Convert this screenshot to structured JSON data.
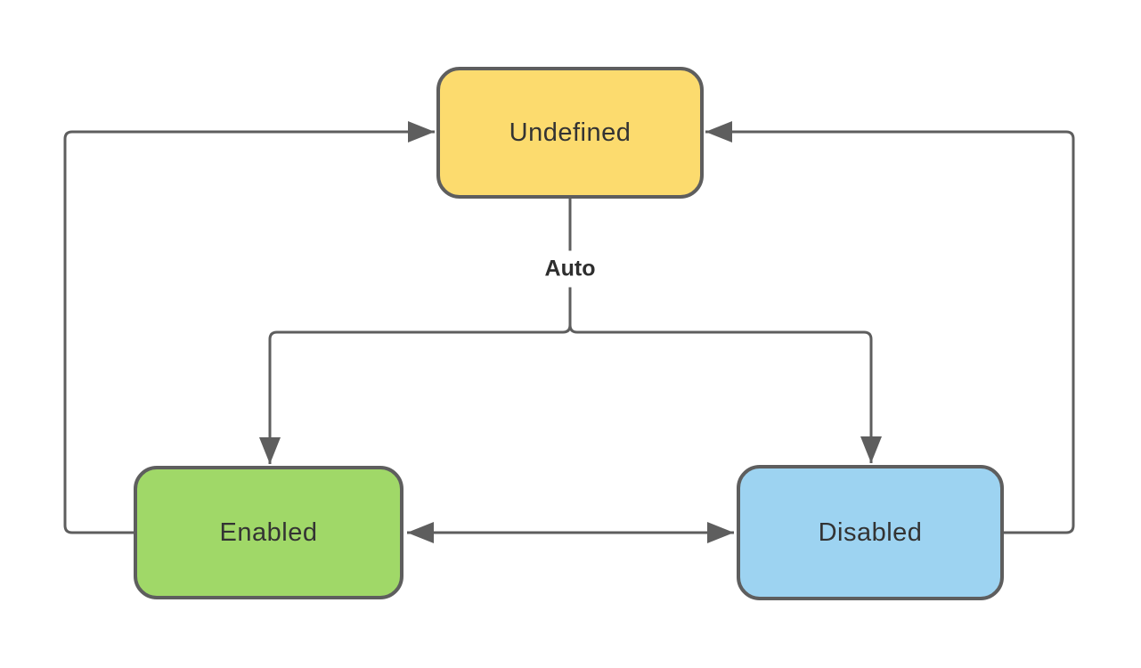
{
  "diagram": {
    "type": "state-diagram",
    "background": "#FFFFFF",
    "stroke_color": "#5E5E5E",
    "text_color": "#333333",
    "auto_label": "Auto",
    "nodes": [
      {
        "id": "undefined",
        "label": "Undefined",
        "fill": "#FCDB6E",
        "border": "#5E5E5E"
      },
      {
        "id": "enabled",
        "label": "Enabled",
        "fill": "#A0D868",
        "border": "#5E5E5E"
      },
      {
        "id": "disabled",
        "label": "Disabled",
        "fill": "#9DD3F1",
        "border": "#5E5E5E"
      }
    ],
    "edges": [
      {
        "from": "Undefined",
        "to": "Enabled",
        "label": "Auto"
      },
      {
        "from": "Undefined",
        "to": "Disabled",
        "label": "Auto"
      },
      {
        "from": "Enabled",
        "to": "Undefined",
        "label": ""
      },
      {
        "from": "Disabled",
        "to": "Undefined",
        "label": ""
      },
      {
        "from": "Enabled",
        "to": "Disabled",
        "label": ""
      },
      {
        "from": "Disabled",
        "to": "Enabled",
        "label": ""
      }
    ]
  }
}
